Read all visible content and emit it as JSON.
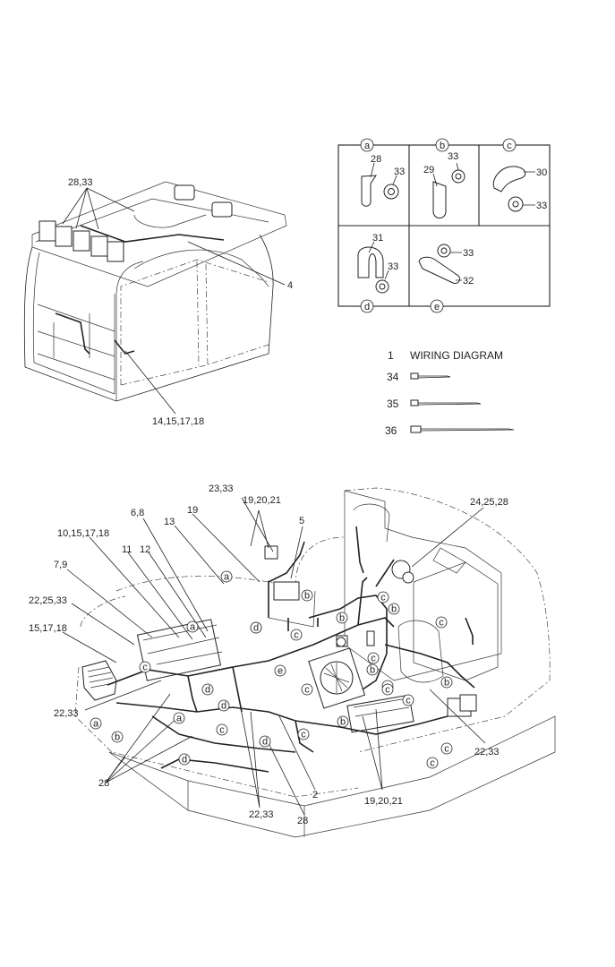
{
  "clip_table": {
    "cells": [
      {
        "letter": "a",
        "parts": [
          "28",
          "33"
        ]
      },
      {
        "letter": "b",
        "parts": [
          "29",
          "33"
        ]
      },
      {
        "letter": "c",
        "parts": [
          "30",
          "33"
        ]
      },
      {
        "letter": "d",
        "parts": [
          "31",
          "33"
        ]
      },
      {
        "letter": "e",
        "parts": [
          "33",
          "32"
        ]
      }
    ]
  },
  "legend": {
    "wiring_number": "1",
    "wiring_label": "WIRING DIAGRAM",
    "ties": [
      "34",
      "35",
      "36"
    ]
  },
  "cab_callouts": [
    "28,33",
    "4",
    "14,15,17,18"
  ],
  "main_callouts": [
    "23,33",
    "19,20,21",
    "6,8",
    "13",
    "19",
    "5",
    "24,25,28",
    "10,15,17,18",
    "11",
    "12",
    "7,9",
    "22,25,33",
    "15,17,18",
    "22,33",
    "28",
    "22,33",
    "28",
    "2",
    "19,20,21",
    "22,33"
  ],
  "clip_markers": [
    "a",
    "a",
    "a",
    "a",
    "a",
    "b",
    "b",
    "b",
    "b",
    "b",
    "b",
    "b",
    "c",
    "c",
    "c",
    "c",
    "c",
    "c",
    "c",
    "c",
    "c",
    "c",
    "c",
    "c",
    "c",
    "d",
    "d",
    "d",
    "d",
    "d",
    "e",
    "e"
  ]
}
